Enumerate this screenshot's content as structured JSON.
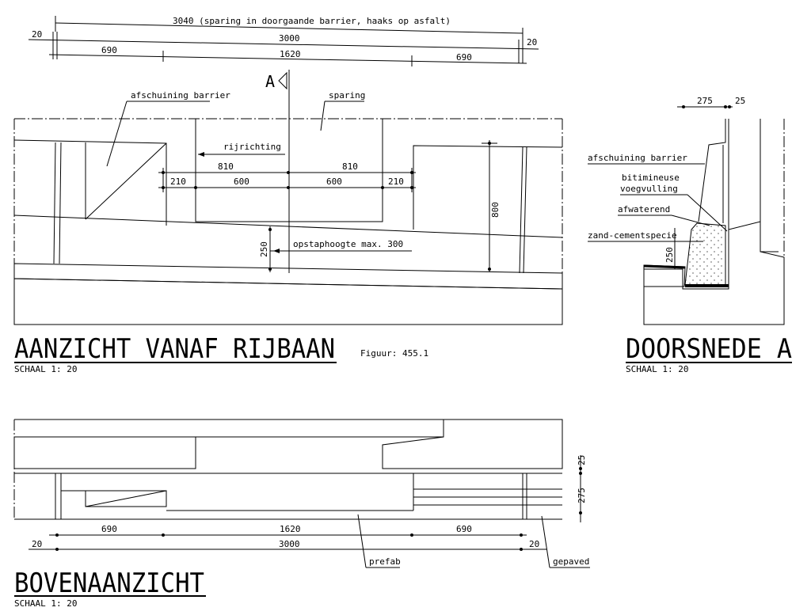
{
  "figure": "Figuur: 455.1",
  "views": {
    "front": {
      "title": "AANZICHT VANAF RIJBAAN",
      "scale": "SCHAAL 1: 20",
      "section_marker": "A",
      "dims_top": {
        "total": "3040  (sparing in doorgaande barrier, haaks op asfalt)",
        "left_20": "20",
        "mid": "3000",
        "right_20": "20",
        "left": "690",
        "center": "1620",
        "right": "690"
      },
      "labels": {
        "chamfer": "afschuining barrier",
        "opening": "sparing",
        "direction": "rijrichting",
        "step": "opstaphoogte max. 300"
      },
      "dims_inner": {
        "a": "810",
        "b": "810",
        "c": "210",
        "d": "600",
        "e": "600",
        "f": "210",
        "h": "800",
        "g": "250"
      }
    },
    "section": {
      "title": "DOORSNEDE A",
      "scale": "SCHAAL 1: 20",
      "dims": {
        "w1": "275",
        "w2": "25",
        "h": "250"
      },
      "labels": {
        "chamfer": "afschuining barrier",
        "bitumen1": "bitimineuse",
        "bitumen2": "voegvulling",
        "drain": "afwaterend",
        "mortar": "zand-cementspecie"
      }
    },
    "top": {
      "title": "BOVENAANZICHT",
      "scale": "SCHAAL 1: 20",
      "dims": {
        "left": "690",
        "center": "1620",
        "right": "690",
        "l20": "20",
        "total": "3000",
        "r20": "20",
        "v25": "25",
        "v275": "275"
      },
      "labels": {
        "prefab": "prefab",
        "paved": "gepaved"
      }
    }
  }
}
